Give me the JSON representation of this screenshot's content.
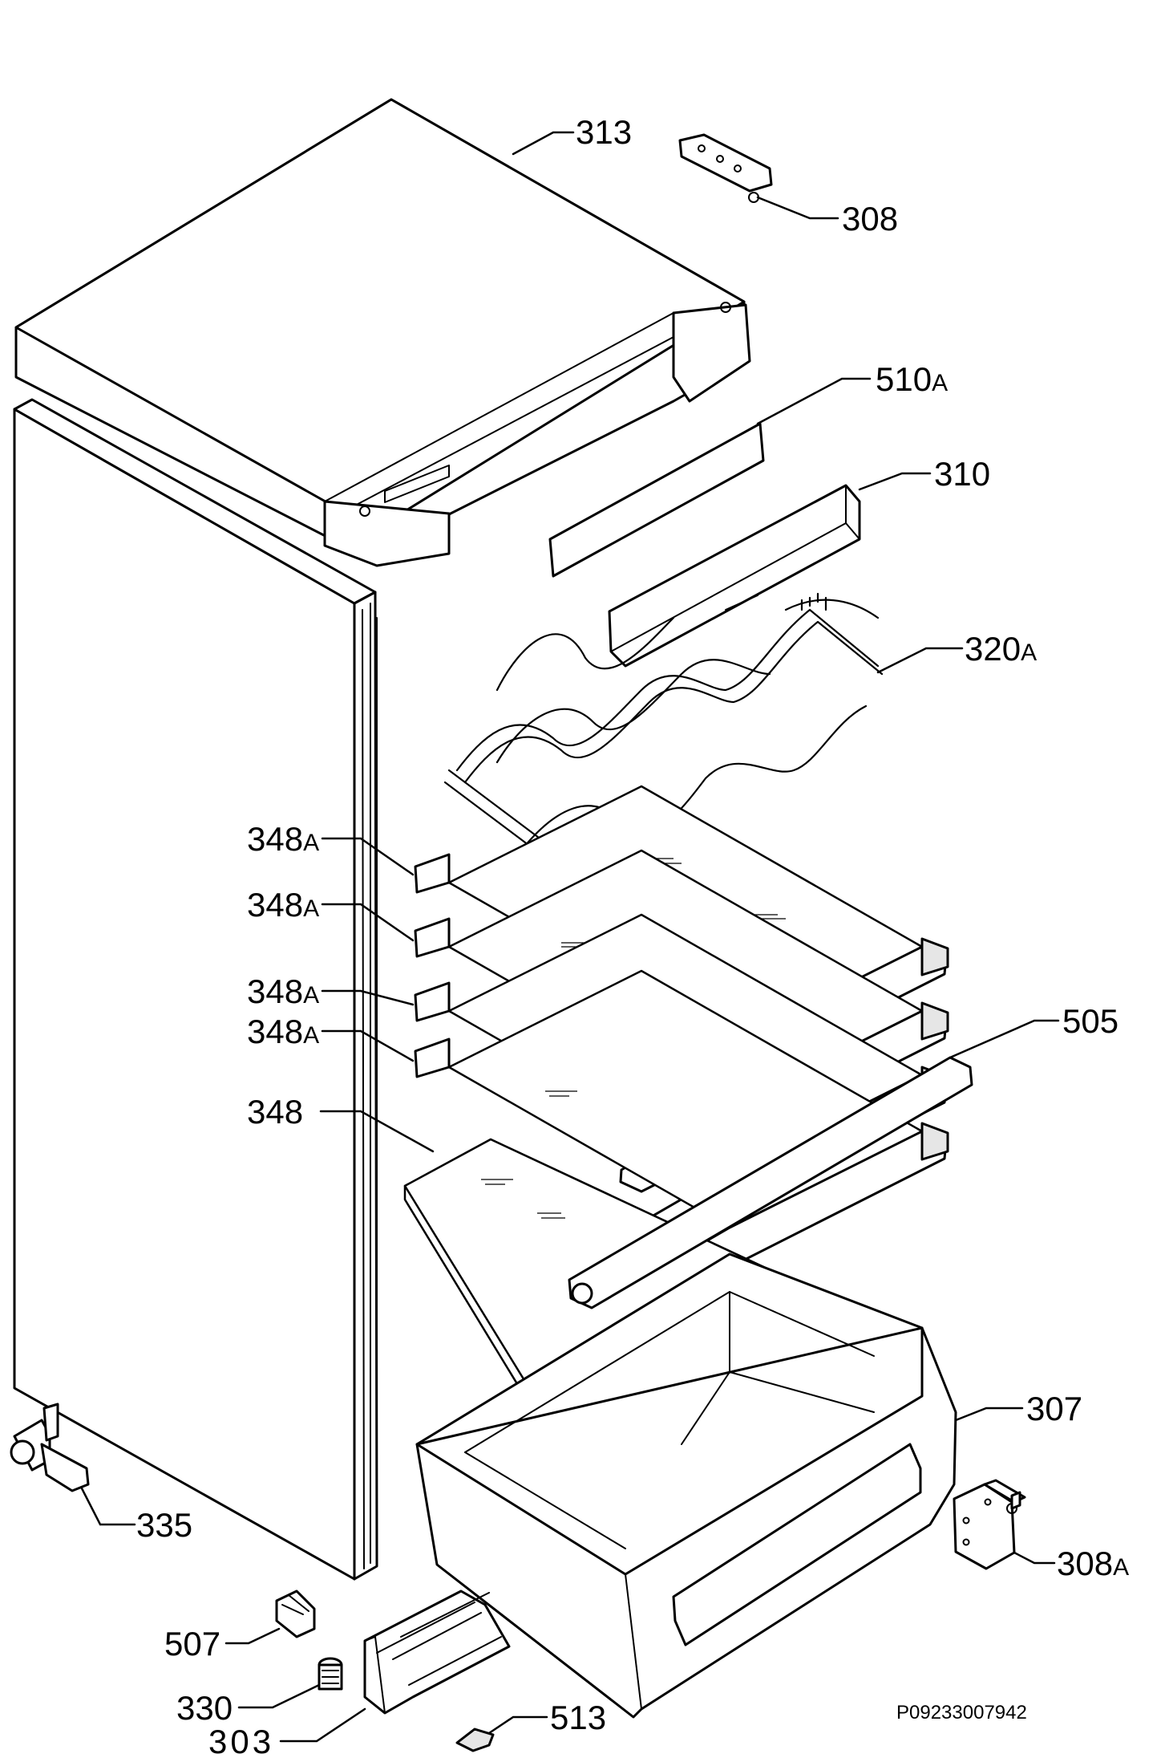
{
  "diagram": {
    "labels": {
      "p313": "313",
      "p308": "308",
      "p510a_num": "510",
      "p510a_suf": "A",
      "p310": "310",
      "p320a_num": "320",
      "p320a_suf": "A",
      "p348a_1_num": "348",
      "p348a_1_suf": "A",
      "p348a_2_num": "348",
      "p348a_2_suf": "A",
      "p348a_3_num": "348",
      "p348a_3_suf": "A",
      "p348a_4_num": "348",
      "p348a_4_suf": "A",
      "p348": "348",
      "p505": "505",
      "p307": "307",
      "p335": "335",
      "p308a_num": "308",
      "p308a_suf": "A",
      "p507": "507",
      "p330": "330",
      "p513": "513",
      "p303": "303"
    },
    "drawing_code": "P09233007942"
  }
}
